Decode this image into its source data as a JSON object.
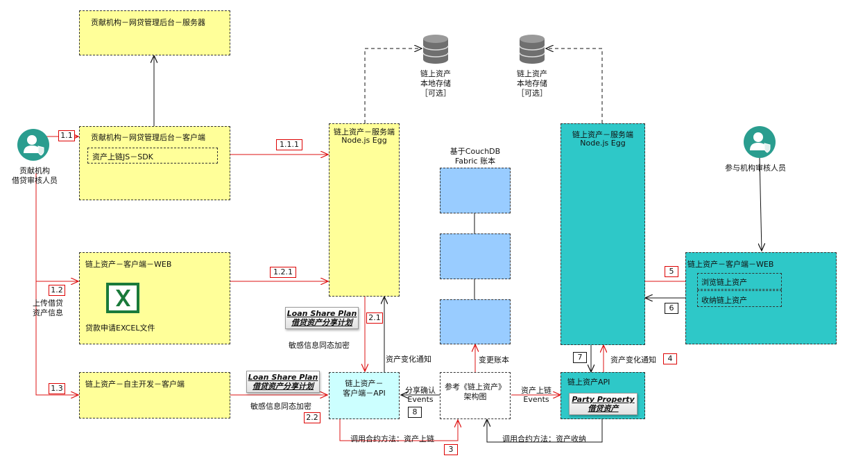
{
  "boxes": {
    "backend_server": "贡献机构－网贷管理后台－服务器",
    "backend_client": "贡献机构－网贷管理后台－客户端",
    "sdk": "资产上链JS－SDK",
    "web_client": "链上资产－客户端－WEB",
    "excel_file": "贷款申请EXCEL文件",
    "self_client": "链上资产－自主开发－客户端",
    "server_left": [
      "链上资产－服务端",
      "Node.js Egg"
    ],
    "server_right": [
      "链上资产－服务端",
      "Node.js Egg"
    ],
    "client_api": [
      "链上资产－",
      "客户端－API"
    ],
    "reference": [
      "参考《链上资产》",
      "架构图"
    ],
    "chain_api": "链上资产API",
    "web_right": "链上资产－客户端－WEB",
    "browse": "浏览链上资产",
    "accept": "收纳链上资产"
  },
  "db_left": [
    "链上资产",
    "本地存储",
    "［可选］"
  ],
  "db_right": [
    "链上资产",
    "本地存储",
    "［可选］"
  ],
  "couchdb": [
    "基于CouchDB",
    "Fabric 账本"
  ],
  "actors": {
    "left": [
      "贡献机构",
      "借贷审核人员"
    ],
    "right": "参与机构审核人员"
  },
  "labels": {
    "upload": [
      "上传借贷",
      "资产信息"
    ],
    "encrypt_sync_1": "敏感信息同态加密",
    "encrypt_sync_2": "敏感信息同态加密",
    "asset_change_1": "资产变化通知",
    "asset_change_2": "资产变化通知",
    "change_ledger": "变更账本",
    "share_confirm": [
      "分享确认",
      "Events"
    ],
    "asset_onchain": [
      "资产上链",
      "Events"
    ],
    "call_onchain": "调用合约方法：资产上链",
    "call_accept": "调用合约方法：资产收纳"
  },
  "tags": {
    "loan_share_1": [
      "Loan Share Plan",
      "借贷资产分享计划"
    ],
    "loan_share_2": [
      "Loan Share Plan",
      "借贷资产分享计划"
    ],
    "party_property": [
      "Party Property",
      "借贷资产"
    ]
  },
  "steps": {
    "s1_1": "1.1",
    "s1_1_1": "1.1.1",
    "s1_2": "1.2",
    "s1_2_1": "1.2.1",
    "s1_3": "1.3",
    "s2_1": "2.1",
    "s2_2": "2.2",
    "s3": "3",
    "s4": "4",
    "s5": "5",
    "s6": "6",
    "s7": "7",
    "s8": "8"
  },
  "colors": {
    "flow_red": "#dd1111",
    "flow_black": "#111111",
    "yellow": "#ffff99",
    "teal": "#2ec8c8",
    "light_cyan": "#ccffff",
    "ledger_blue": "#99ccff"
  },
  "icons": {
    "actor": "user-shield-icon",
    "database": "database-icon",
    "excel": "excel-icon"
  }
}
